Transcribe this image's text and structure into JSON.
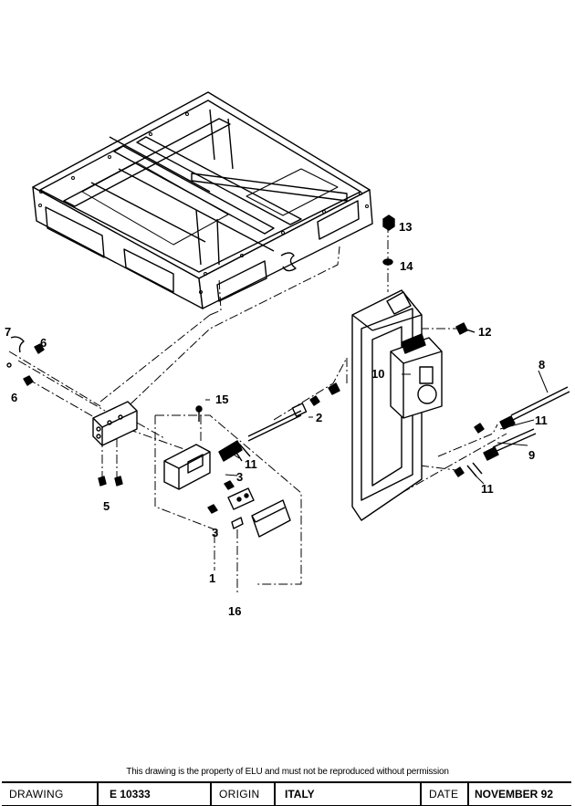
{
  "notice": "This drawing is the property of ELU and must not be reproduced without permission",
  "title_block": {
    "drawing_label": "DRAWING",
    "drawing_value": "E 10333",
    "origin_label": "ORIGIN",
    "origin_value": "ITALY",
    "date_label": "DATE",
    "date_value": "NOVEMBER 92"
  },
  "callouts": {
    "c1": "1",
    "c2": "2",
    "c3a": "3",
    "c3b": "3",
    "c5": "5",
    "c6a": "6",
    "c6b": "6",
    "c7": "7",
    "c8": "8",
    "c9": "9",
    "c10": "10",
    "c11a": "11",
    "c11b": "11",
    "c11c": "11",
    "c12": "12",
    "c13": "13",
    "c14": "14",
    "c15": "15",
    "c16": "16"
  }
}
